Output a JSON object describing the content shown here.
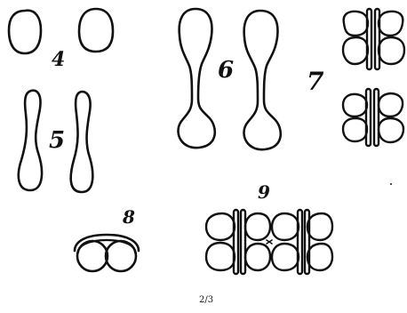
{
  "figures": [
    {
      "id": "4",
      "label": "4"
    },
    {
      "id": "5",
      "label": "5"
    },
    {
      "id": "6",
      "label": "6"
    },
    {
      "id": "7",
      "label": "7"
    },
    {
      "id": "8",
      "label": "8"
    },
    {
      "id": "9",
      "label": "9"
    }
  ],
  "scale_note": "2/3",
  "ink_color": "#111111"
}
